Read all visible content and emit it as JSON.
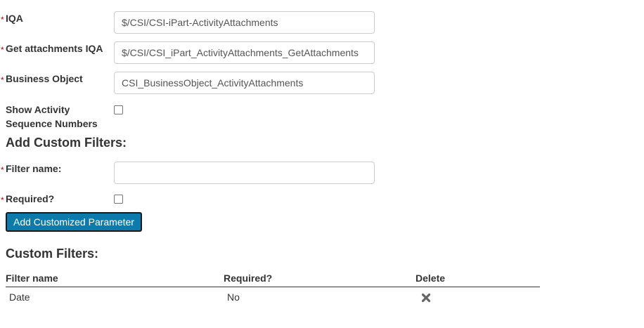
{
  "form": {
    "iqa": {
      "required_mark": "*",
      "label": "IQA",
      "value": "$/CSI/CSI-iPart-ActivityAttachments"
    },
    "get_attachments_iqa": {
      "required_mark": "*",
      "label": "Get attachments IQA",
      "value": "$/CSI/CSI_iPart_ActivityAttachments_GetAttachments"
    },
    "business_object": {
      "required_mark": "*",
      "label": "Business Object",
      "value": "CSI_BusinessObject_ActivityAttachments"
    },
    "show_sequence": {
      "label_line1": "Show Activity",
      "label_line2": "Sequence Numbers",
      "checked": false
    }
  },
  "add_custom_filters": {
    "title": "Add Custom Filters:",
    "filter_name": {
      "required_mark": "*",
      "label": "Filter name:",
      "value": ""
    },
    "required": {
      "required_mark": "*",
      "label": "Required?",
      "checked": false
    },
    "add_button_label": "Add Customized Parameter"
  },
  "custom_filters": {
    "title": "Custom Filters:",
    "columns": [
      "Filter name",
      "Required?",
      "Delete"
    ],
    "rows": [
      {
        "filter_name": "Date",
        "required": "No",
        "delete_icon": "close-x-icon"
      }
    ]
  },
  "colors": {
    "required_mark": "#c00000",
    "button_background": "#0c7bab",
    "button_text": "#ffffff"
  }
}
